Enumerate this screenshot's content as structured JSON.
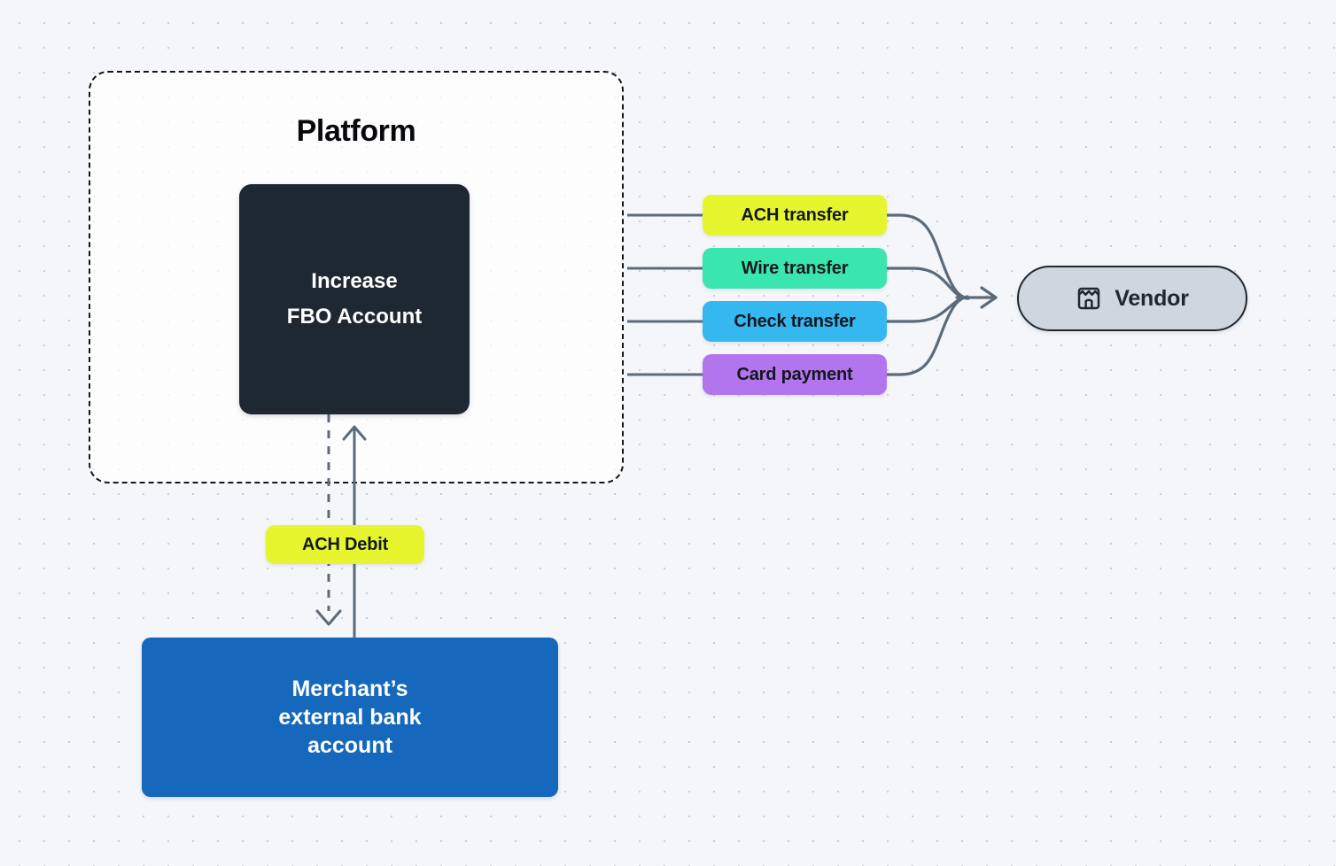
{
  "diagram": {
    "title_visible": "Platform",
    "background_color": "#f4f6fa",
    "grid": "dot-grid"
  },
  "platform": {
    "label": "Platform",
    "border_style": "dashed",
    "border_color": "#14161a"
  },
  "nodes": {
    "fbo": {
      "line1": "Increase",
      "line2": "FBO Account",
      "color": "#1e2833",
      "text_color": "#ffffff"
    },
    "merchant": {
      "label": "Merchant’s external bank account",
      "line1": "Merchant’s",
      "line2": "external bank",
      "line3": "account",
      "color": "#1668bd",
      "text_color": "#ffffff"
    },
    "vendor": {
      "label": "Vendor",
      "icon": "storefront-icon",
      "fill_color": "#ced6e0",
      "border_color": "#1e2833",
      "text_color": "#1e2833"
    }
  },
  "payment_methods": [
    {
      "label": "ACH transfer",
      "color": "#e7f52f"
    },
    {
      "label": "Wire transfer",
      "color": "#3ae6ae"
    },
    {
      "label": "Check transfer",
      "color": "#35b8f0"
    },
    {
      "label": "Card payment",
      "color": "#b375ee"
    }
  ],
  "funding": {
    "label": "ACH Debit",
    "color": "#e7f52f",
    "solid_edge_direction": "merchant-to-fbo-up",
    "dashed_edge_direction": "fbo-to-merchant-down"
  },
  "edges": {
    "stroke_color": "#5c6b7a",
    "stroke_width": 3
  }
}
